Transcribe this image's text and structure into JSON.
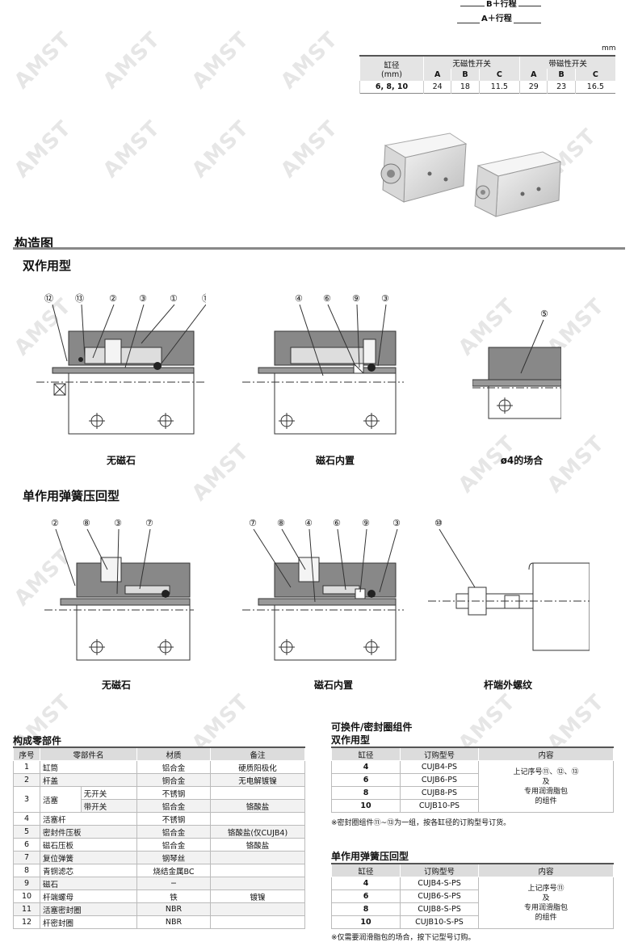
{
  "dims": {
    "b_label": "B＋行程",
    "a_label": "A＋行程"
  },
  "spec_table": {
    "unit": "mm",
    "headers": {
      "bore": "缸径",
      "bore_unit": "(mm)",
      "no_switch": "无磁性开关",
      "with_switch": "带磁性开关",
      "a": "A",
      "b": "B",
      "c": "C"
    },
    "row": {
      "bore": "6, 8, 10",
      "values": [
        "24",
        "18",
        "11.5",
        "29",
        "23",
        "16.5"
      ]
    }
  },
  "section": {
    "title": "构造图"
  },
  "double": {
    "title": "双作用型",
    "captions": [
      "无磁石",
      "磁石内置",
      "ø4的场合"
    ],
    "callouts_1": [
      "⑫",
      "⑬",
      "②",
      "③",
      "①",
      "⑪"
    ],
    "callouts_2": [
      "④",
      "⑥",
      "⑨",
      "③"
    ],
    "callouts_3": [
      "⑤"
    ]
  },
  "single": {
    "title": "单作用弹簧压回型",
    "captions": [
      "无磁石",
      "磁石内置",
      "杆端外螺纹"
    ],
    "callouts_1": [
      "②",
      "⑧",
      "③",
      "⑦"
    ],
    "callouts_2": [
      "⑦",
      "⑧",
      "④",
      "⑥",
      "⑨",
      "③"
    ],
    "callouts_3": [
      "⑩"
    ]
  },
  "parts": {
    "title": "构成零部件",
    "headers": [
      "序号",
      "零部件名",
      "材质",
      "备注"
    ],
    "rows": [
      {
        "no": "1",
        "name": "缸筒",
        "sub": "",
        "mat": "铝合金",
        "note": "硬质阳极化"
      },
      {
        "no": "2",
        "name": "杆盖",
        "sub": "",
        "mat": "铜合金",
        "note": "无电解镀镍"
      },
      {
        "no": "3",
        "name": "活塞",
        "sub": "无开关",
        "mat": "不锈钢",
        "note": ""
      },
      {
        "no": "",
        "name": "",
        "sub": "带开关",
        "mat": "铝合金",
        "note": "铬酸盐"
      },
      {
        "no": "4",
        "name": "活塞杆",
        "sub": "",
        "mat": "不锈钢",
        "note": ""
      },
      {
        "no": "5",
        "name": "密封件压板",
        "sub": "",
        "mat": "铝合金",
        "note": "铬酸盐(仅CUJB4)"
      },
      {
        "no": "6",
        "name": "磁石压板",
        "sub": "",
        "mat": "铝合金",
        "note": "铬酸盐"
      },
      {
        "no": "7",
        "name": "复位弹簧",
        "sub": "",
        "mat": "钢琴丝",
        "note": ""
      },
      {
        "no": "8",
        "name": "青铜滤芯",
        "sub": "",
        "mat": "烧结金属BC",
        "note": ""
      },
      {
        "no": "9",
        "name": "磁石",
        "sub": "",
        "mat": "−",
        "note": ""
      },
      {
        "no": "10",
        "name": "杆端螺母",
        "sub": "",
        "mat": "铁",
        "note": "镀镍"
      },
      {
        "no": "11",
        "name": "活塞密封圈",
        "sub": "",
        "mat": "NBR",
        "note": ""
      },
      {
        "no": "12",
        "name": "杆密封圈",
        "sub": "",
        "mat": "NBR",
        "note": ""
      }
    ]
  },
  "kits": {
    "title": "可换件/密封圈组件",
    "double": {
      "title": "双作用型",
      "headers": [
        "缸径",
        "订购型号",
        "内容"
      ],
      "rows": [
        [
          "4",
          "CUJB4-PS"
        ],
        [
          "6",
          "CUJB6-PS"
        ],
        [
          "8",
          "CUJB8-PS"
        ],
        [
          "10",
          "CUJB10-PS"
        ]
      ],
      "content": [
        "上记序号⑪、⑫、⑬",
        "及",
        "专用润滑脂包",
        "的组件"
      ],
      "note": "※密封圈组件⑪~⑬为一组，按各缸径的订购型号订货。"
    },
    "single": {
      "title": "单作用弹簧压回型",
      "headers": [
        "缸径",
        "订购型号",
        "内容"
      ],
      "rows": [
        [
          "4",
          "CUJB4-S-PS"
        ],
        [
          "6",
          "CUJB6-S-PS"
        ],
        [
          "8",
          "CUJB8-S-PS"
        ],
        [
          "10",
          "CUJB10-S-PS"
        ]
      ],
      "content": [
        "上记序号⑪",
        "及",
        "专用润滑脂包",
        "的组件"
      ],
      "note": "※仅需要润滑脂包的场合，按下记型号订购。"
    }
  }
}
